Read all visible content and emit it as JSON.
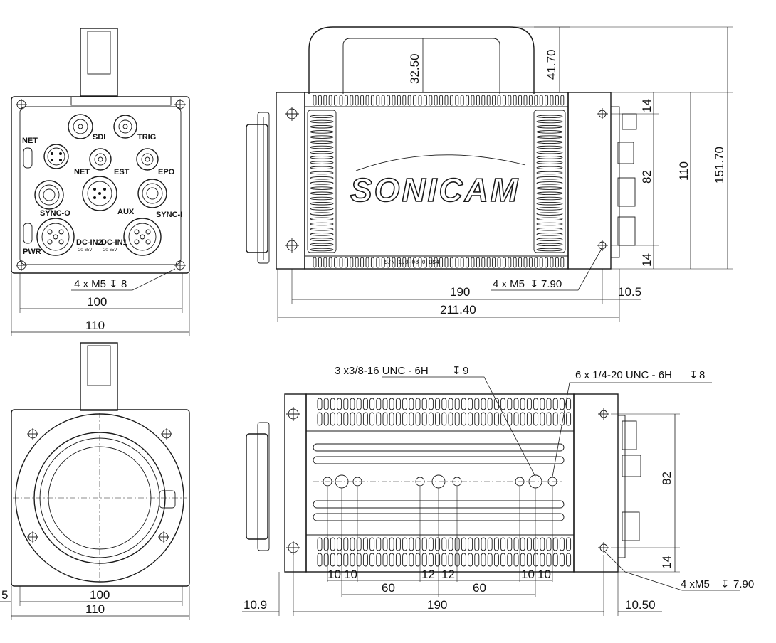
{
  "brand": {
    "logo_text": "SONICAM"
  },
  "front_view": {
    "labels": {
      "sdi": "SDI",
      "trig": "TRIG",
      "net": "NET",
      "est": "EST",
      "epo": "EPO",
      "net_side": "NET",
      "sync_o": "SYNC-O",
      "aux": "AUX",
      "sync_i": "SYNC-I",
      "dc_in2": "DC-IN2",
      "dc_in1": "DC-IN1",
      "pwr": "PWR",
      "volt2": "20-65V",
      "volt1": "20-65V"
    },
    "screw_note": "4 x M5",
    "screw_depth": "8",
    "dim_inner": "100",
    "dim_outer": "110"
  },
  "side_view_top": {
    "serial": "S/N 1.0-08 0 BS4",
    "dims": {
      "handle_height": "32.50",
      "handle_total": "41.70",
      "top_offset": "14",
      "mid_span": "82",
      "bottom_offset": "14",
      "height_110": "110",
      "height_total": "151.70",
      "length_190": "190",
      "flange": "10.5",
      "length_total": "211.40"
    },
    "screw_note": "4 x M5",
    "screw_depth": "7.90"
  },
  "rear_view": {
    "dim_inner": "100",
    "dim_outer": "110",
    "dim_side": "5"
  },
  "side_view_bottom": {
    "note_large": "3 x3/8-16 UNC - 6H",
    "note_large_depth": "9",
    "note_small": "6 x 1/4-20 UNC - 6H",
    "note_small_depth": "8",
    "dims": {
      "d10a": "10",
      "d10b": "10",
      "d12a": "12",
      "d12b": "12",
      "d10c": "10",
      "d10d": "10",
      "d60a": "60",
      "d60b": "60",
      "span_82": "82",
      "offset_14": "14",
      "length_190": "190",
      "left_off": "10.9",
      "right_off": "10.50"
    },
    "screw_note": "4 xM5",
    "screw_depth": "7.90"
  },
  "depth_symbol": "↧"
}
